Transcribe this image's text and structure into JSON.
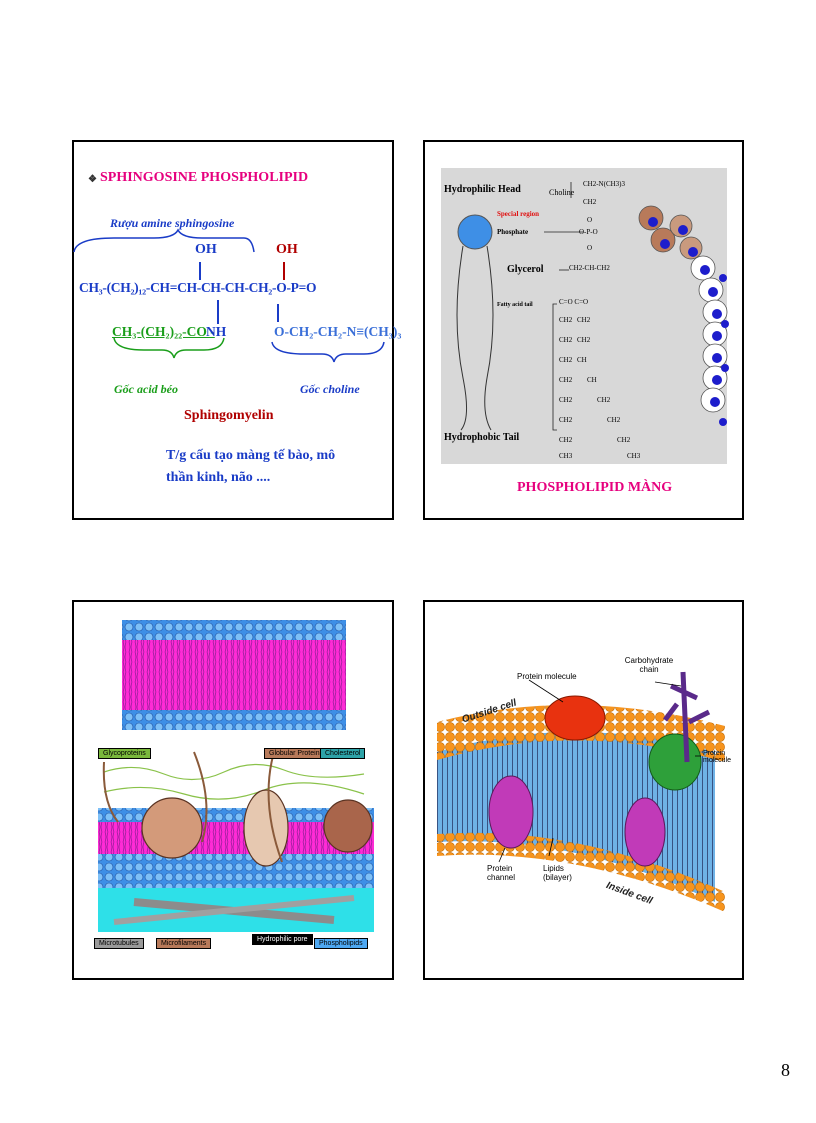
{
  "slide1": {
    "bullet": "❖",
    "title": "SPHINGOSINE PHOSPHOLIPID",
    "sphingosine_label": "Rượu amine sphingosine",
    "oh1": "OH",
    "oh2": "OH",
    "main_formula": "CH₃-(CH₂)₁₂-CH=CH-CH-CH-CH₂-O-P=O",
    "fatty_chain": "CH₃-(CH₂)₂₂-CO -",
    "nh": "NH",
    "choline_chain": "O-CH₂-CH₂-N≡(CH₃)₃",
    "fatty_label": "Gốc acid béo",
    "choline_label": "Gốc choline",
    "product": "Sphingomyelin",
    "desc_line1": "T/g cấu tạo màng tế bào, mô",
    "desc_line2": "thần kinh, não ...."
  },
  "slide2": {
    "hydrophilic": "Hydrophilic Head",
    "hydrophobic": "Hydrophobic Tail",
    "choline": "Choline",
    "special_region": "Special region",
    "phosphate": "Phosphate",
    "glycerol": "Glycerol",
    "fatty_acid_tail": "Fatty acid tail",
    "ch2_n": "CH2-N(CH3)3",
    "ch2": "CH2",
    "o": "O",
    "opo": "O-P-O",
    "glycerol_chain": "CH2-CH-CH2",
    "co": "C=O  C=O",
    "ch": "CH",
    "ch3": "CH3",
    "caption": "PHOSPHOLIPID MÀNG"
  },
  "slide3": {
    "glycoproteins": "Glycoproteins",
    "globular": "Globular Protein",
    "cholesterol": "Cholesterol",
    "microtubules": "Microtubules",
    "microfilaments": "Microfilaments",
    "hydrophilic_pore": "Hydrophilic pore",
    "phospholipids": "Phospholipids"
  },
  "slide4": {
    "protein_top": "Protein molecule",
    "carbohydrate": "Carbohydrate chain",
    "protein_right": "Protein molecule",
    "outside": "Outside cell",
    "inside": "Inside cell",
    "channel": "Protein channel",
    "lipids": "Lipids (bilayer)"
  },
  "page_number": "8"
}
